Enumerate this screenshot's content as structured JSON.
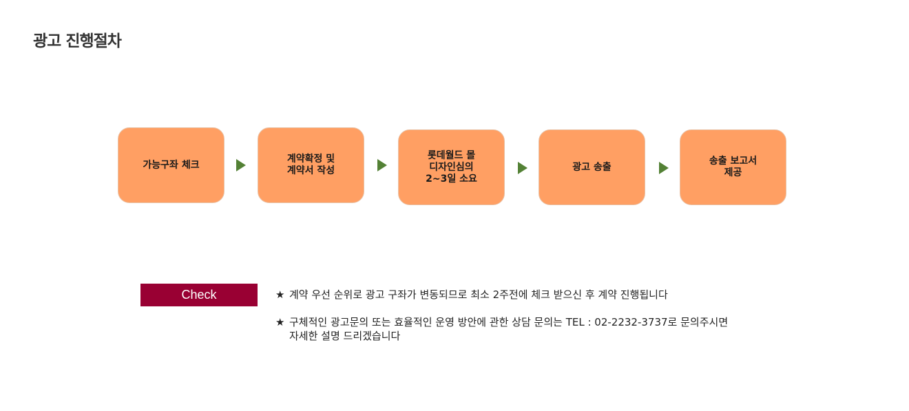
{
  "page": {
    "title": "광고 진행절차"
  },
  "steps": [
    {
      "label": "가능구좌 체크"
    },
    {
      "label": "계약확정 및\n계약서 작성"
    },
    {
      "label": "롯데월드 몰\n디자인심의\n2~3일 소요"
    },
    {
      "label": "광고 송출"
    },
    {
      "label": "송출 보고서\n제공"
    }
  ],
  "colors": {
    "step_fill": "#ff9f63",
    "arrow": "#538135",
    "check_badge": "#990033"
  },
  "check": {
    "label": "Check",
    "star_icon": "★",
    "notes": [
      {
        "lines": [
          "계약 우선 순위로 광고 구좌가 변동되므로 최소 2주전에 체크 받으신 후 계약 진행됩니다"
        ]
      },
      {
        "lines": [
          "구체적인 광고문의 또는 효율적인 운영 방안에 관한 상담 문의는 TEL : 02-2232-3737로 문의주시면",
          "자세한 설명 드리겠습니다"
        ]
      }
    ]
  }
}
